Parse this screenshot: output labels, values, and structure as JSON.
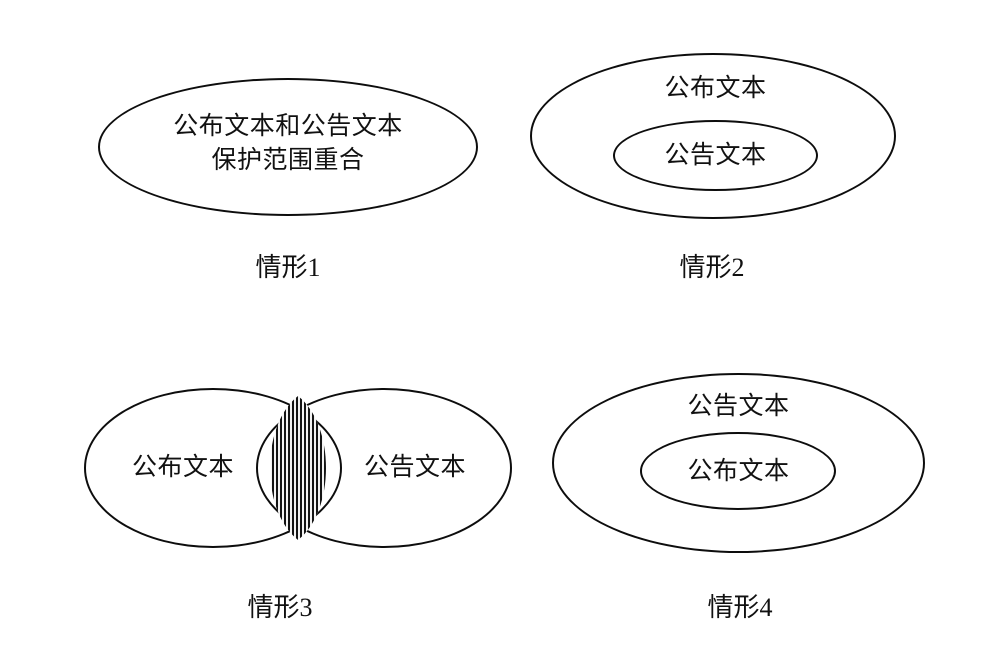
{
  "figure": {
    "background_color": "#ffffff",
    "stroke_color": "#0d0d0d",
    "text_color": "#111111",
    "terms": {
      "published_text": "公布文本",
      "announced_text": "公告文本"
    }
  },
  "panels": [
    {
      "id": "scenario-1",
      "caption": "情形1",
      "relation": "identical",
      "shapes": [
        {
          "role": "single-ellipse",
          "label_line1": "公布文本和公告文本",
          "label_line2": "保护范围重合"
        }
      ]
    },
    {
      "id": "scenario-2",
      "caption": "情形2",
      "relation": "announced-inside-published",
      "shapes": [
        {
          "role": "outer-ellipse",
          "label": "公布文本"
        },
        {
          "role": "inner-ellipse",
          "label": "公告文本"
        }
      ]
    },
    {
      "id": "scenario-3",
      "caption": "情形3",
      "relation": "partial-overlap",
      "shapes": [
        {
          "role": "left-ellipse",
          "label": "公布文本"
        },
        {
          "role": "right-ellipse",
          "label": "公告文本"
        },
        {
          "role": "intersection-lens",
          "label": "",
          "fill": "vertical-hatch",
          "hatch_lines": 15
        }
      ]
    },
    {
      "id": "scenario-4",
      "caption": "情形4",
      "relation": "published-inside-announced",
      "shapes": [
        {
          "role": "outer-ellipse",
          "label": "公告文本"
        },
        {
          "role": "inner-ellipse",
          "label": "公布文本"
        }
      ]
    }
  ]
}
